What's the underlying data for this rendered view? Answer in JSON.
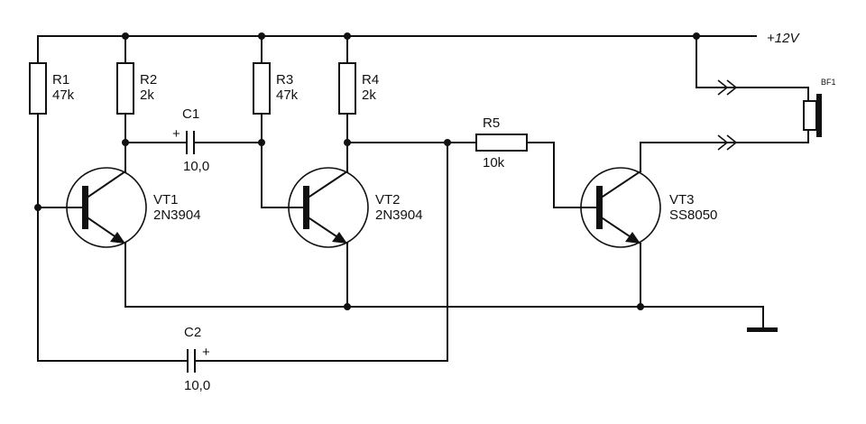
{
  "supply": {
    "label": "+12V"
  },
  "resistors": [
    {
      "ref": "R1",
      "value": "47k"
    },
    {
      "ref": "R2",
      "value": "2k"
    },
    {
      "ref": "R3",
      "value": "47k"
    },
    {
      "ref": "R4",
      "value": "2k"
    },
    {
      "ref": "R5",
      "value": "10k"
    }
  ],
  "capacitors": [
    {
      "ref": "C1",
      "value": "10,0",
      "polarity": "+"
    },
    {
      "ref": "C2",
      "value": "10,0",
      "polarity": "+"
    }
  ],
  "transistors": [
    {
      "ref": "VT1",
      "part": "2N3904"
    },
    {
      "ref": "VT2",
      "part": "2N3904"
    },
    {
      "ref": "VT3",
      "part": "SS8050"
    }
  ],
  "speaker": {
    "ref": "BF1"
  }
}
